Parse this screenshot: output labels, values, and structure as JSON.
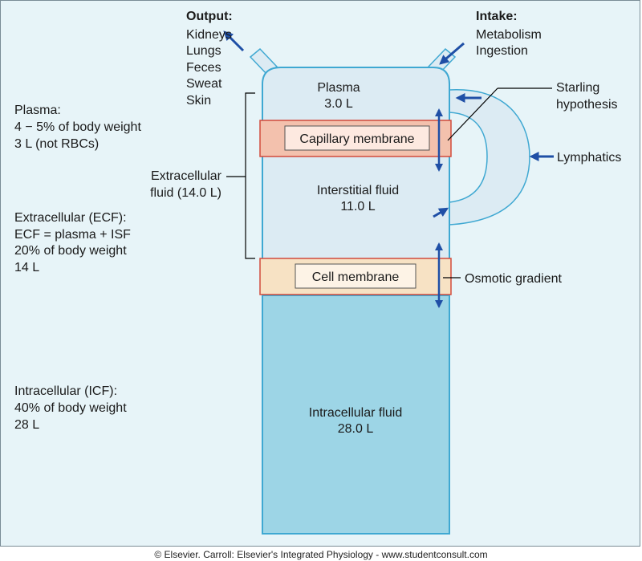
{
  "output": {
    "title": "Output:",
    "items": [
      "Kidneys",
      "Lungs",
      "Feces",
      "Sweat",
      "Skin"
    ]
  },
  "intake": {
    "title": "Intake:",
    "items": [
      "Metabolism",
      "Ingestion"
    ]
  },
  "compartments": {
    "plasma": {
      "name": "Plasma",
      "volume": "3.0 L"
    },
    "interstitial": {
      "name": "Interstitial fluid",
      "volume": "11.0 L"
    },
    "intracellular": {
      "name": "Intracellular fluid",
      "volume": "28.0 L"
    }
  },
  "membranes": {
    "capillary": "Capillary membrane",
    "cell": "Cell membrane"
  },
  "callouts": {
    "starling_line1": "Starling",
    "starling_line2": "hypothesis",
    "lymphatics": "Lymphatics",
    "osmotic": "Osmotic gradient",
    "extracellular_line1": "Extracellular",
    "extracellular_line2": "fluid (14.0 L)"
  },
  "side_notes": {
    "plasma": [
      "Plasma:",
      "4 − 5% of body weight",
      "3 L (not RBCs)"
    ],
    "ecf": [
      "Extracellular (ECF):",
      "ECF = plasma + ISF",
      "20% of body weight",
      "14 L"
    ],
    "icf": [
      "Intracellular (ICF):",
      "40% of body weight",
      "28 L"
    ]
  },
  "colors": {
    "background": "#e7f4f8",
    "ecf_fill": "#dcebf3",
    "icf_fill": "#9dd5e6",
    "capillary_band": "#f3c1ad",
    "cell_band": "#f7e2c4",
    "membrane_border": "#d24b3c",
    "arrow": "#1f4fa6",
    "outline": "#3fa8d2"
  },
  "copyright": "© Elsevier. Carroll: Elsevier's Integrated Physiology - www.studentconsult.com"
}
